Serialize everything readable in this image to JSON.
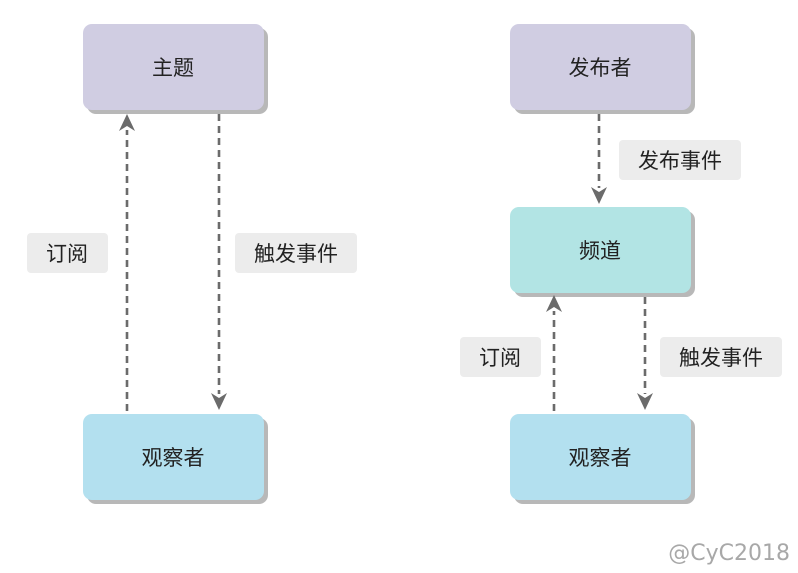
{
  "colors": {
    "subject_box": "#d0cde2",
    "channel_box": "#b2e4e4",
    "observer_box": "#b3e0ef",
    "label_box": "#ececec",
    "box_shadow": "#b8b8b8",
    "arrow": "#6b6b6b",
    "watermark": "#a8a8a8"
  },
  "left_diagram": {
    "top_node": "主题",
    "bottom_node": "观察者",
    "up_label": "订阅",
    "down_label": "触发事件"
  },
  "right_diagram": {
    "top_node": "发布者",
    "top_edge_label": "发布事件",
    "middle_node": "频道",
    "bottom_node": "观察者",
    "up_label": "订阅",
    "down_label": "触发事件"
  },
  "watermark": "@CyC2018"
}
